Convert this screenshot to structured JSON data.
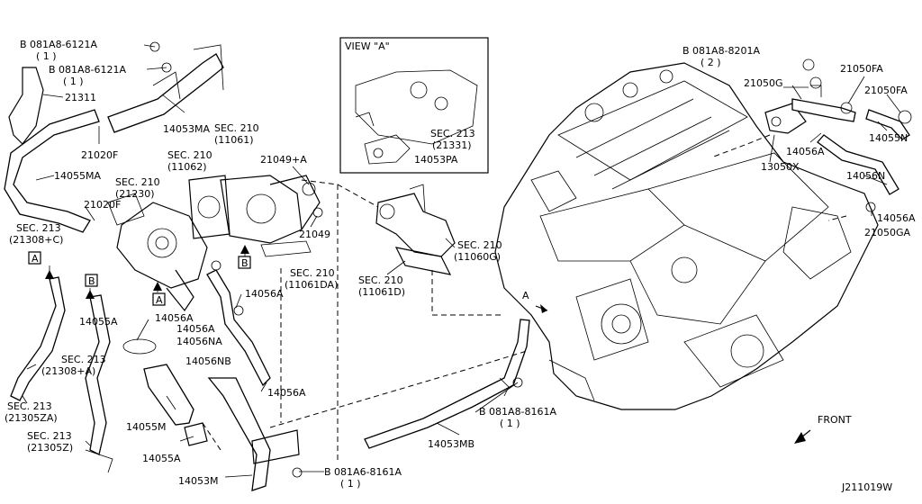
{
  "diagram_id": "J211019W",
  "view_box": {
    "title": "VIEW \"A\"",
    "labels": {
      "sec213": "SEC. 213",
      "sec213_sub": "(21331)",
      "p14053pa": "14053PA"
    }
  },
  "front_label": "FRONT",
  "arrow_a": "A",
  "bolt_labels": {
    "b1": "B 081A8-6121A",
    "b1q": "( 1 )",
    "b2": "B 081A8-6121A",
    "b2q": "( 1 )",
    "b3": "B 081A8-8201A",
    "b3q": "( 2 )",
    "b4": "B 081A8-8161A",
    "b4q": "( 1 )",
    "b5": "B 081A6-8161A",
    "b5q": "( 1 )"
  },
  "part_labels": {
    "p21311": "21311",
    "p14053ma": "14053MA",
    "p21020f_a": "21020F",
    "p14055ma": "14055MA",
    "sec210_21230": "SEC. 210",
    "sec210_21230_sub": "(21230)",
    "p21020f_b": "21020F",
    "sec213_21308c": "SEC. 213",
    "sec213_21308c_sub": "(21308+C)",
    "box_a1": "A",
    "box_b1": "B",
    "sec210_11062": "SEC. 210",
    "sec210_11062_sub": "(11062)",
    "sec210_11061": "SEC. 210",
    "sec210_11061_sub": "(11061)",
    "p21049a": "21049+A",
    "p21049": "21049",
    "box_a2": "A",
    "box_b2": "B",
    "sec210_11061da": "SEC. 210",
    "sec210_11061da_sub": "(11061DA)",
    "p14056a_1": "14056A",
    "p14056a_2": "14056A",
    "p14056na": "14056NA",
    "p14055a_1": "14055A",
    "sec213_21308a": "SEC. 213",
    "sec213_21308a_sub": "(21308+A)",
    "sec213_21305za": "SEC. 213",
    "sec213_21305za_sub": "(21305ZA)",
    "sec213_21305z": "SEC. 213",
    "sec213_21305z_sub": "(21305Z)",
    "p14055m": "14055M",
    "p14056nb": "14056NB",
    "p14056a_3": "14056A",
    "p14055a_2": "14055A",
    "p14053m": "14053M",
    "sec210_11060g": "SEC. 210",
    "sec210_11060g_sub": "(11060G)",
    "sec210_11061d": "SEC. 210",
    "sec210_11061d_sub": "(11061D)",
    "p14053mb": "14053MB",
    "p21050g": "21050G",
    "p21050fa_1": "21050FA",
    "p21050fa_2": "21050FA",
    "p14055n": "14055N",
    "p14056a_4": "14056A",
    "p13050x": "13050X",
    "p14056n": "14056N",
    "p14056a_5": "14056A",
    "p21050ga": "21050GA"
  }
}
